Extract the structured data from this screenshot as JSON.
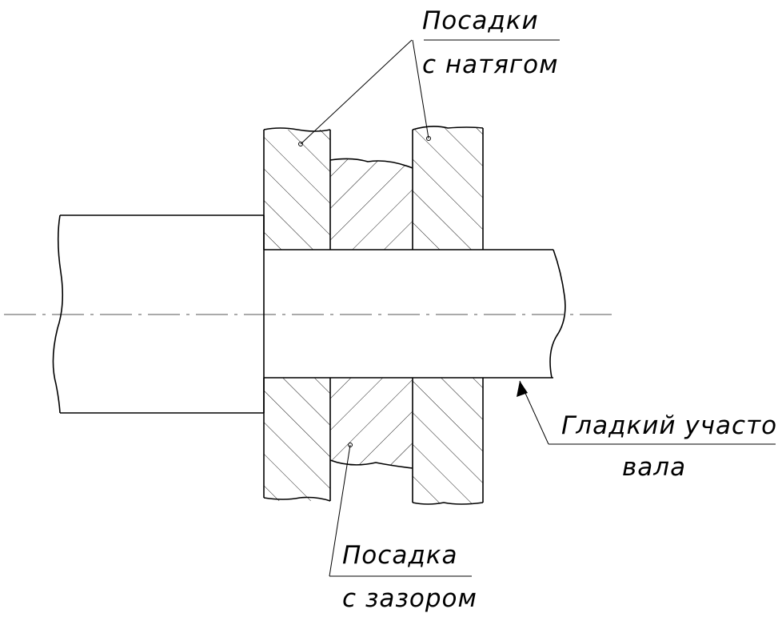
{
  "labels": {
    "interference_fits_line1": "Посадки",
    "interference_fits_line2": "с натягом",
    "smooth_section_line1": "Гладкий участок",
    "smooth_section_line2": "вала",
    "clearance_fit_line1": "Посадка",
    "clearance_fit_line2": "с зазором"
  },
  "colors": {
    "line": "#000000",
    "background": "#ffffff",
    "axis": "#555555"
  }
}
